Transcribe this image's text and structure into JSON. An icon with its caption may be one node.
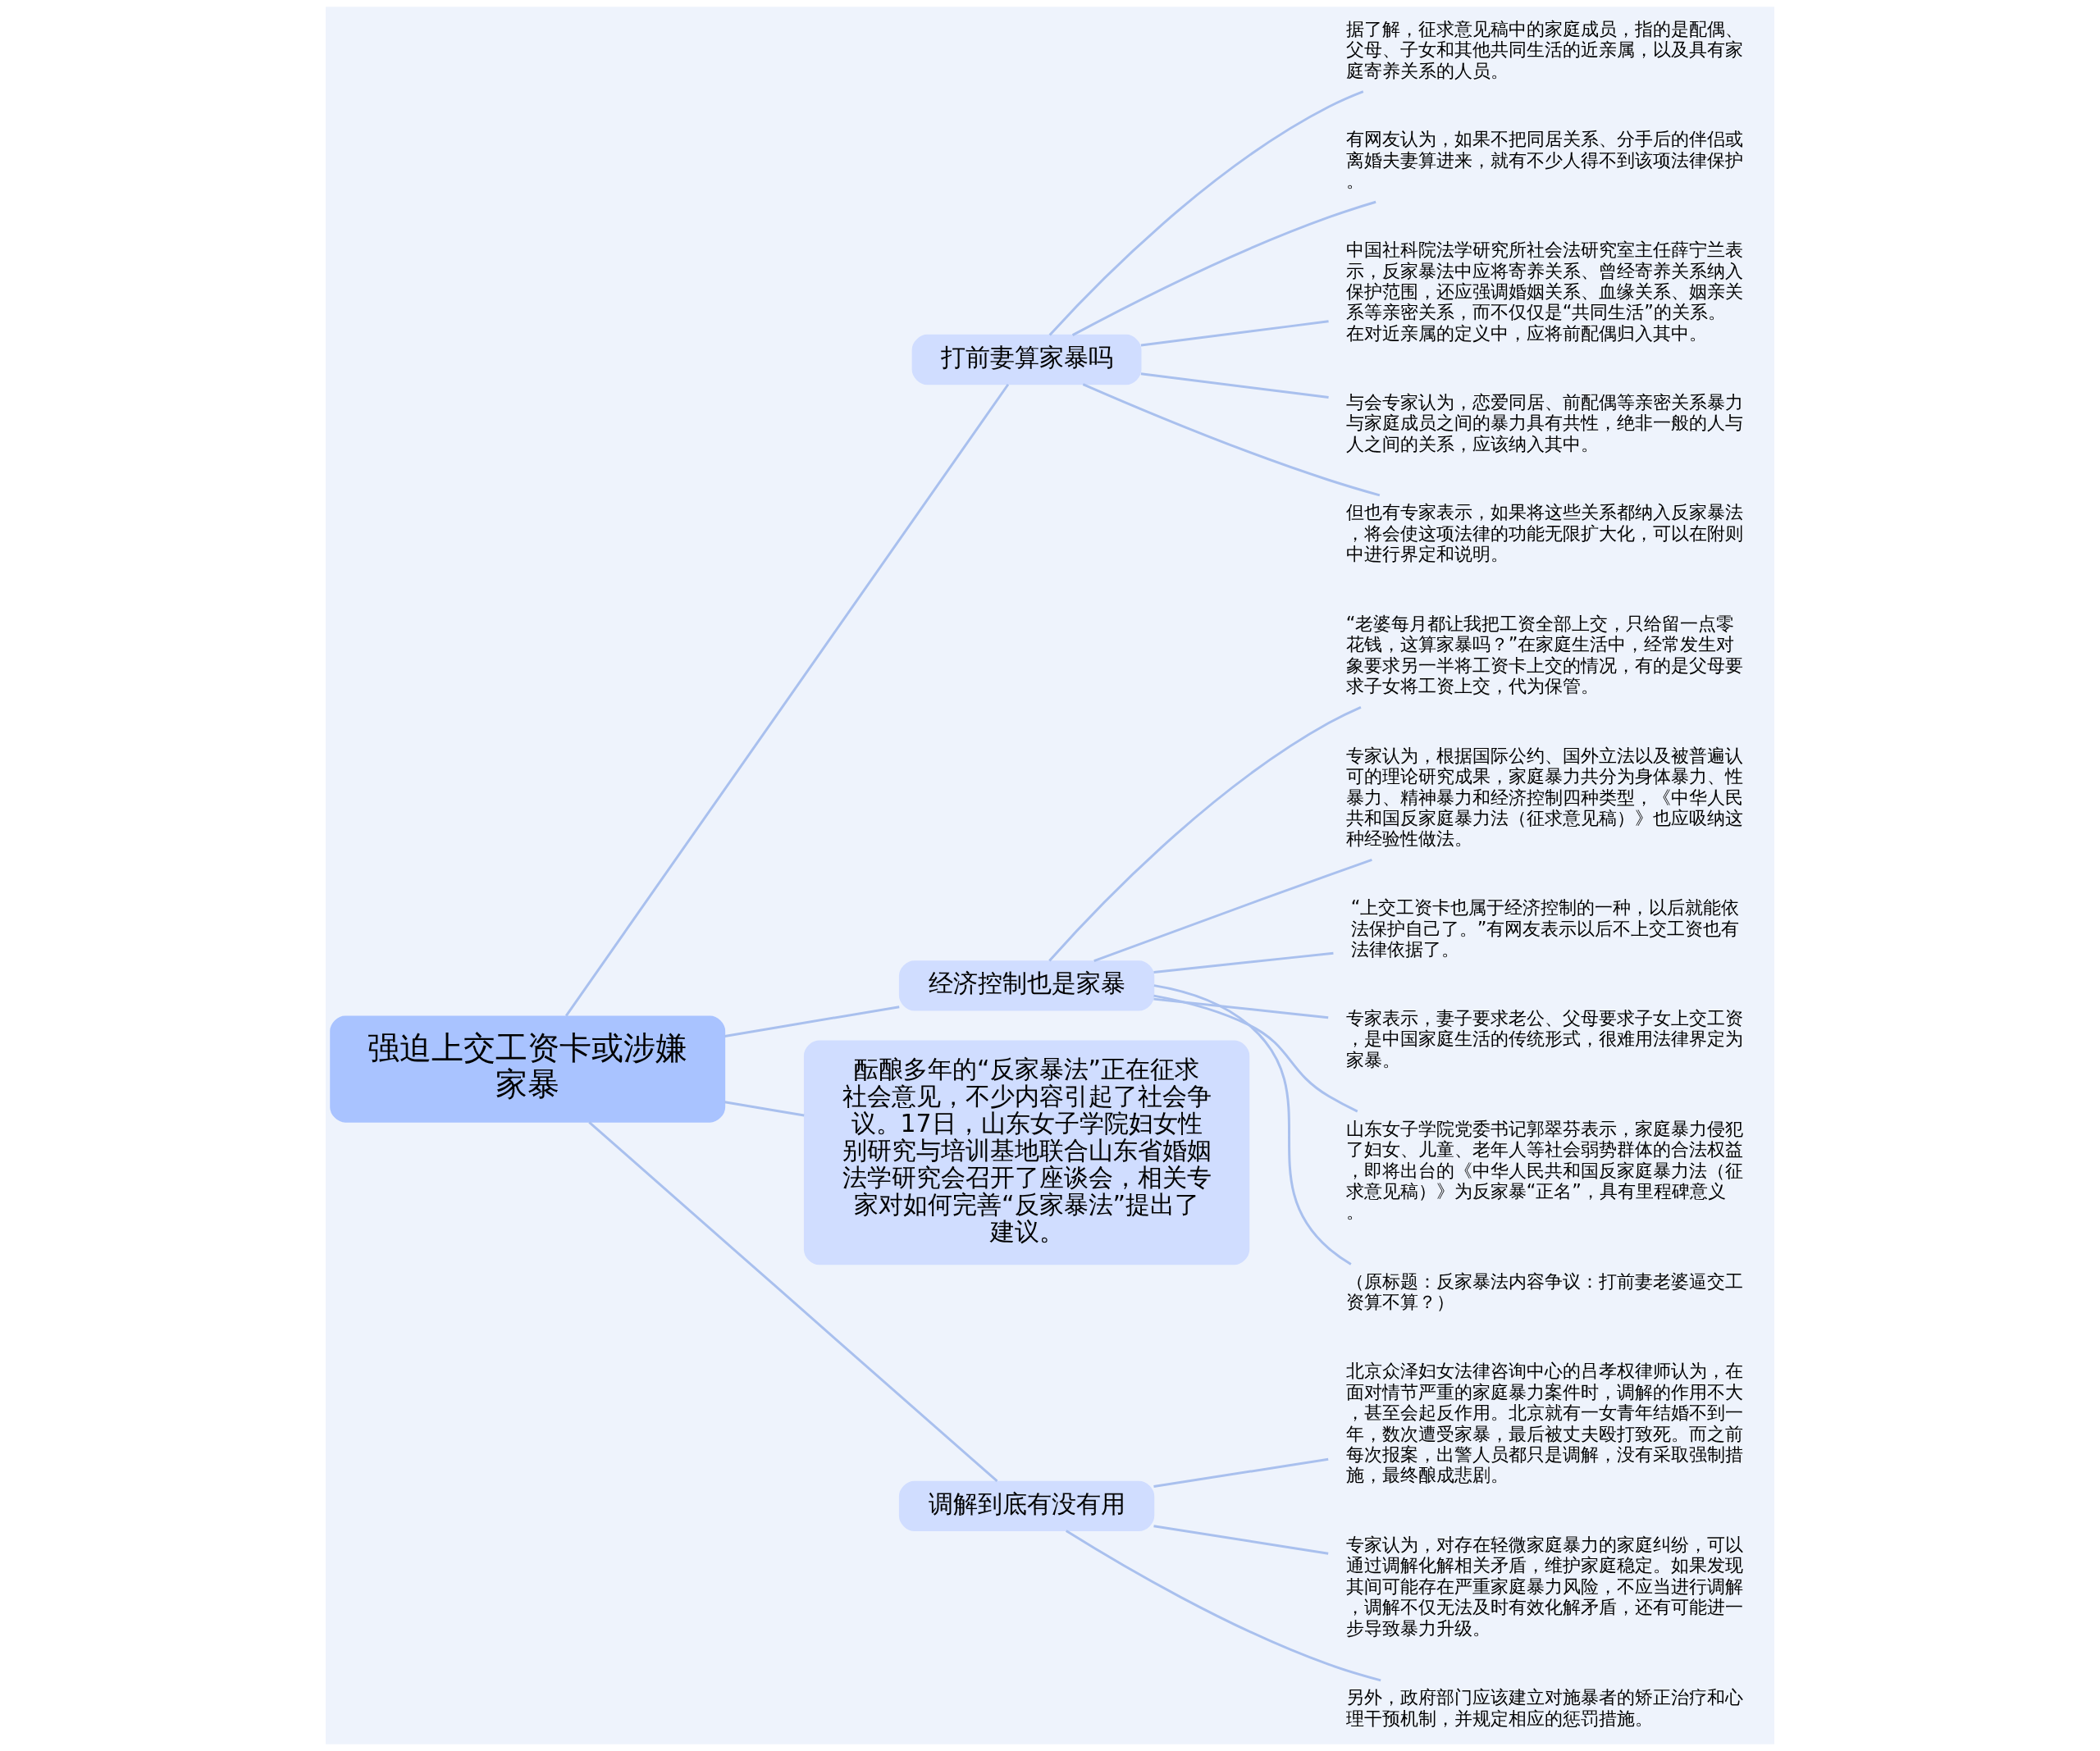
{
  "diagram": {
    "nodes": [
      {
        "text": [
          "强迫上交工资卡或涉嫌家暴"
        ]
      },
      {
        "text": [
          "打前妻算家暴吗"
        ]
      },
      {
        "text": [
          "据了解，征求意见稿中的家庭成员，指的是配偶、父母、子女和其他共同生活的近亲属，以及具有家庭寄养关系的人员。"
        ]
      },
      {
        "text": [
          "有网友认为，如果不把同居关系、分手后的伴侣或离婚夫妻算进来，就有不少人得不到该项法律保护。"
        ]
      },
      {
        "text": [
          "中国社科院法学研究所社会法研究室主任薛宁兰表示，反家暴法中应将寄养关系、曾经寄养关系纳入保护范围，还应强调婚姻关系、血缘关系、姻亲关系等亲密关系，而不仅仅是“共同生活”的关系。在对近亲属的定义中，应将前配偶归入其中。"
        ]
      },
      {
        "text": [
          "与会专家认为，恋爱同居、前配偶等亲密关系暴力与家庭成员之间的暴力具有共性，绝非一般的人与人之间的关系，应该纳入其中。"
        ]
      },
      {
        "text": [
          "但也有专家表示，如果将这些关系都纳入反家暴法，将会使这项法律的功能无限扩大化，可以在附则中进行界定和说明。"
        ]
      },
      {
        "text": [
          "经济控制也是家暴"
        ]
      },
      {
        "text": [
          "“老婆每月都让我把工资全部上交，只给留一点零花钱，这算家暴吗？”在家庭生活中，经常发生对象要求另一半将工资卡上交的情况，有的是父母要求子女将工资上交，代为保管。"
        ]
      },
      {
        "text": [
          "专家认为，根据国际公约、国外立法以及被普遍认可的理论研究成果，家庭暴力共分为身体暴力、性暴力、精神暴力和经济控制四种类型，《中华人民共和国反家庭暴力法（征求意见稿）》也应吸纳这种经验性做法。"
        ]
      },
      {
        "text": [
          "“上交工资卡也属于经济控制的一种，以后就能依法保护自己了。”有网友表示以后不上交工资也有法律依据了。"
        ]
      },
      {
        "text": [
          "专家表示，妻子要求老公、父母要求子女上交工资，是中国家庭生活的传统形式，很难用法律界定为家暴。"
        ]
      },
      {
        "text": [
          "山东女子学院党委书记郭翠芬表示，家庭暴力侵犯了妇女、儿童、老年人等社会弱势群体的合法权益，即将出台的《中华人民共和国反家庭暴力法（征求意见稿）》为反家暴“正名”，具有里程碑意义。"
        ]
      },
      {
        "text": [
          "（原标题：反家暴法内容争议：打前妻老婆逼交工资算不算？）"
        ]
      },
      {
        "text": [
          "酝酿多年的“反家暴法”正在征求社会意见，不少内容引起了社会争议。17日，山东女子学院妇女性别研究与培训基地联合山东省婚姻法学研究会召开了座谈会，相关专家对如何完善“反家暴法”提出了建议。"
        ]
      },
      {
        "text": [
          "调解到底有没有用"
        ]
      },
      {
        "text": [
          "北京众泽妇女法律咨询中心的吕孝权律师认为，在面对情节严重的家庭暴力案件时，调解的作用不大，甚至会起反作用。北京就有一女青年结婚不到一年，数次遭受家暴，最后被丈夫殴打致死。而之前每次报案，出警人员都只是调解，没有采取强制措施，最终酿成悲剧。"
        ]
      },
      {
        "text": [
          "专家认为，对存在轻微家庭暴力的家庭纠纷，可以通过调解化解相关矛盾，维护家庭稳定。如果发现其间可能存在严重家庭暴力风险，不应当进行调解，调解不仅无法及时有效化解矛盾，还有可能进一步导致暴力升级。"
        ]
      },
      {
        "text": [
          "另外，政府部门应该建立对施暴者的矫正治疗和心理干预机制，并规定相应的惩罚措施。"
        ]
      }
    ],
    "edges": [
      {
        "from": 0,
        "to": 1,
        "arrow": "none"
      },
      {
        "from": 1,
        "to": 2,
        "arrow": "none"
      },
      {
        "from": 1,
        "to": 3,
        "arrow": "none"
      },
      {
        "from": 1,
        "to": 4,
        "arrow": "none"
      },
      {
        "from": 1,
        "to": 5,
        "arrow": "none"
      },
      {
        "from": 1,
        "to": 6,
        "arrow": "none"
      },
      {
        "from": 0,
        "to": 7,
        "arrow": "none"
      },
      {
        "from": 7,
        "to": 8,
        "arrow": "none"
      },
      {
        "from": 7,
        "to": 9,
        "arrow": "none"
      },
      {
        "from": 7,
        "to": 10,
        "arrow": "none"
      },
      {
        "from": 7,
        "to": 11,
        "arrow": "none"
      },
      {
        "from": 7,
        "to": 12,
        "arrow": "none"
      },
      {
        "from": 7,
        "to": 13,
        "arrow": "none"
      },
      {
        "from": 0,
        "to": 14,
        "arrow": "none"
      },
      {
        "from": 0,
        "to": 15,
        "arrow": "none"
      },
      {
        "from": 15,
        "to": 16,
        "arrow": "none"
      },
      {
        "from": 15,
        "to": 17,
        "arrow": "none"
      },
      {
        "from": 15,
        "to": 18,
        "arrow": "none"
      }
    ]
  }
}
